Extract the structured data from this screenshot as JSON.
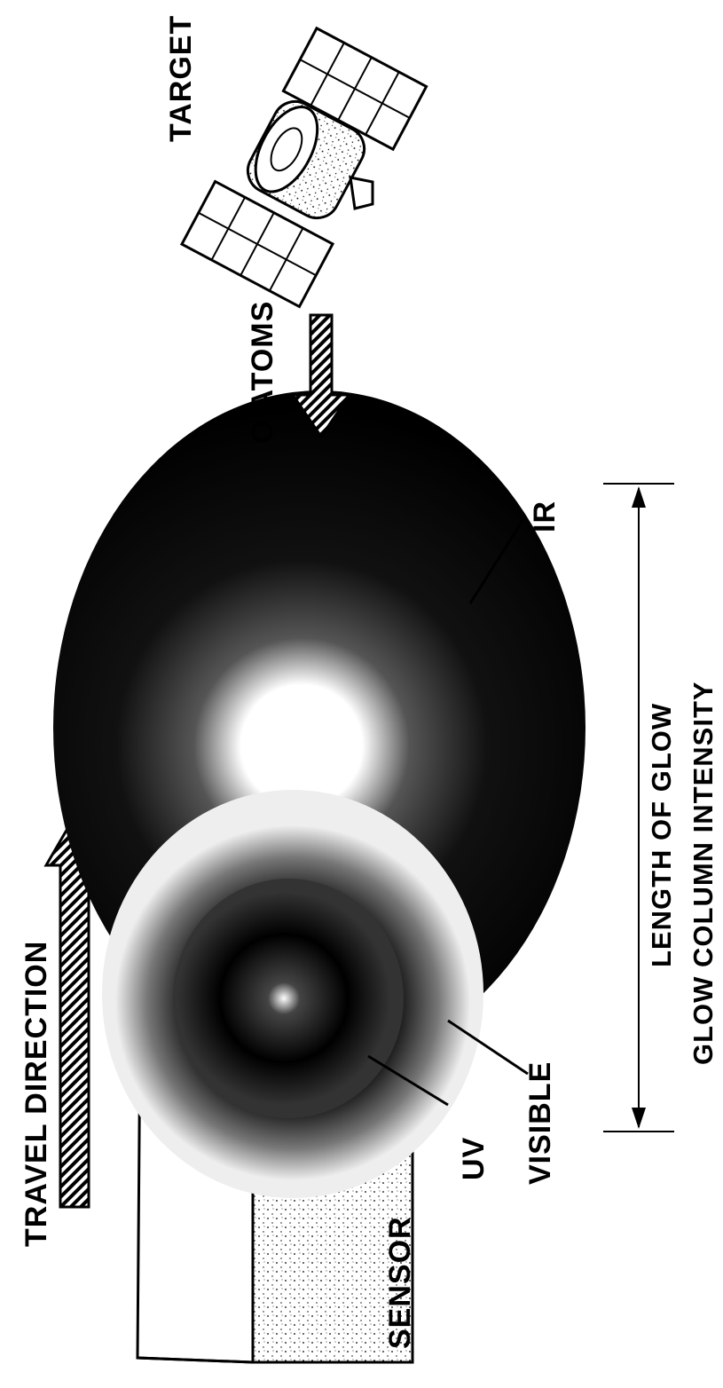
{
  "labels": {
    "travel_direction": "TRAVEL DIRECTION",
    "sensor": "SENSOR",
    "uv": "UV",
    "visible": "VISIBLE",
    "ir": "IR",
    "o_atoms": "O ATOMS",
    "target": "TARGET",
    "length_of_glow": "LENGTH OF GLOW",
    "glow_column_intensity": "GLOW COLUMN INTENSITY"
  },
  "colors": {
    "ink": "#000000",
    "paper": "#ffffff"
  },
  "icons": {
    "travel_arrow": "hatched-arrow-up-icon",
    "o_atoms_arrow": "hatched-arrow-down-icon",
    "satellite": "satellite-icon",
    "sensor_box": "sensor-box-icon",
    "dimension_arrow": "double-headed-arrow-icon"
  }
}
